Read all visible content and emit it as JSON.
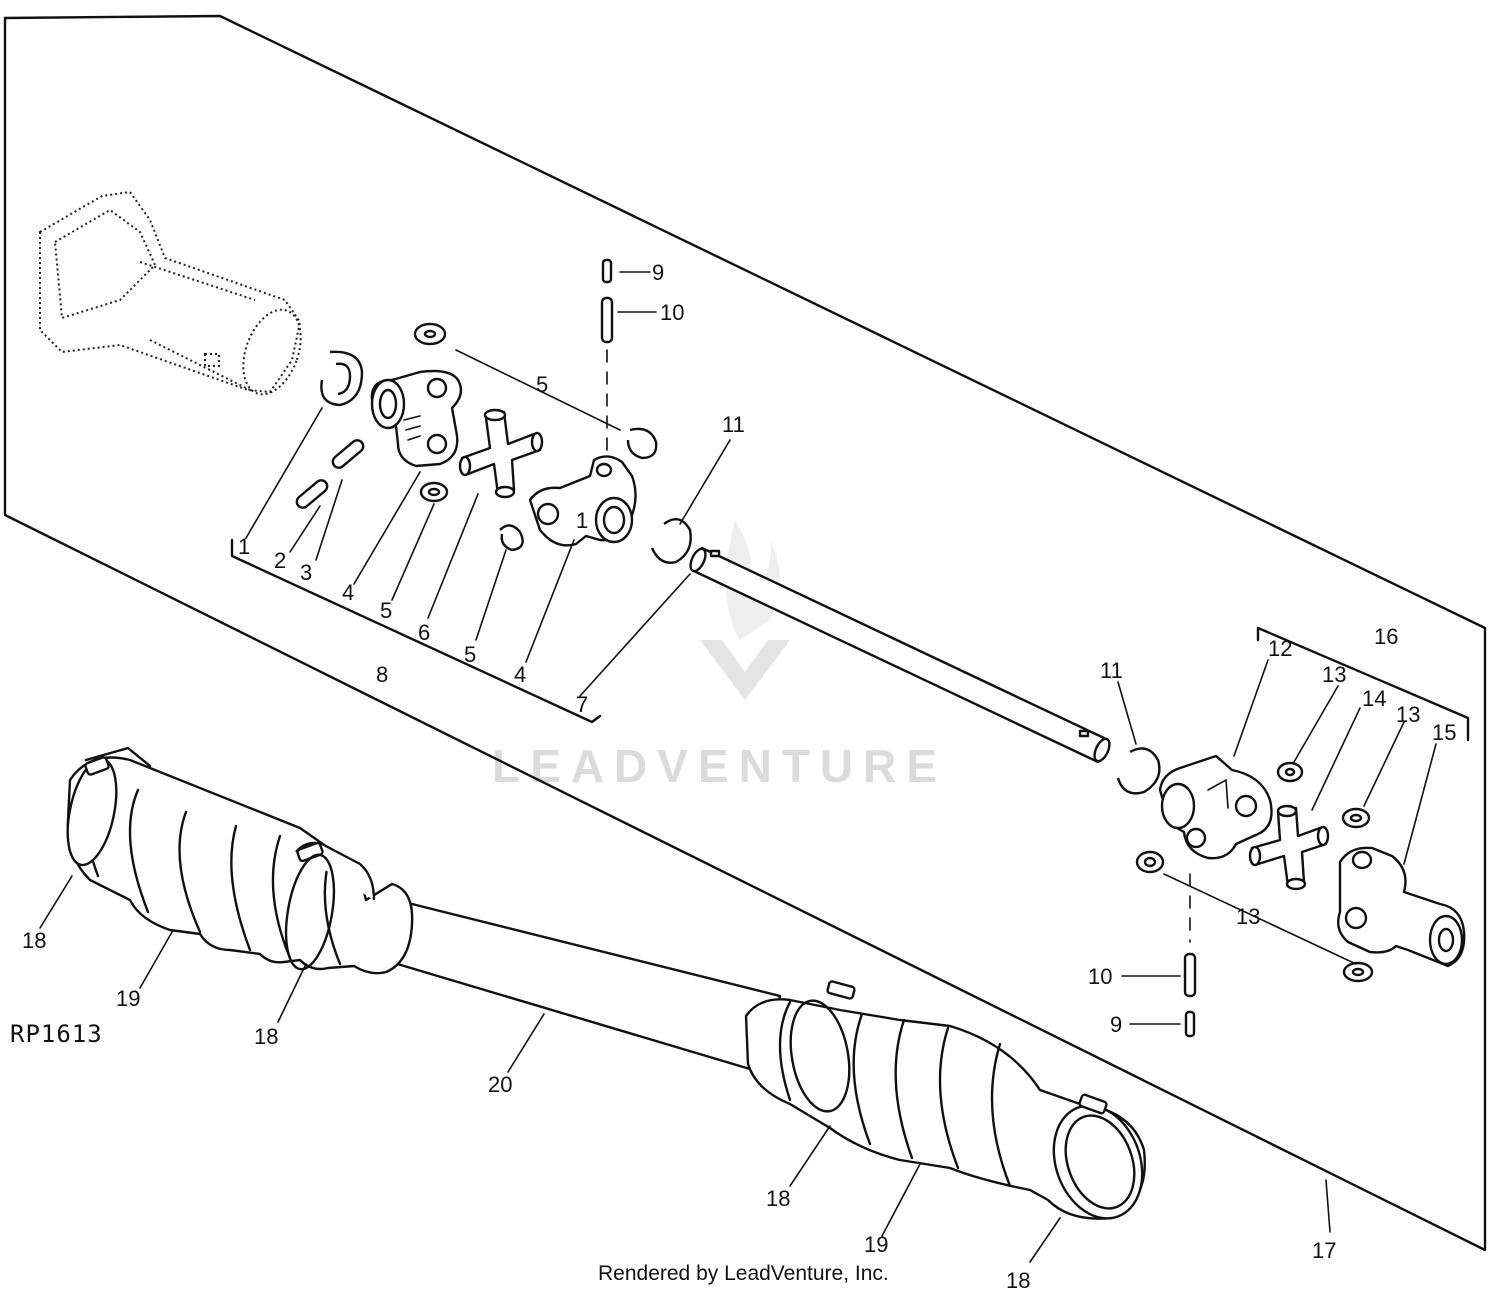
{
  "diagram_code": "RP1613",
  "watermark": "LEADVENTURE",
  "footer": "Rendered by LeadVenture, Inc.",
  "callouts": {
    "c1": "1",
    "c2": "2",
    "c3": "3",
    "c4a": "4",
    "c5a": "5",
    "c5b": "5",
    "c5c": "5",
    "c6": "6",
    "c4b": "4",
    "c1b": "1",
    "c7": "7",
    "c8": "8",
    "c9a": "9",
    "c10a": "10",
    "c11a": "11",
    "c11b": "11",
    "c12": "12",
    "c13a": "13",
    "c14": "14",
    "c13b": "13",
    "c15": "15",
    "c16": "16",
    "c13c": "13",
    "c10b": "10",
    "c9b": "9",
    "c17": "17",
    "c18a": "18",
    "c19a": "19",
    "c18b": "18",
    "c20": "20",
    "c18c": "18",
    "c19b": "19",
    "c18d": "18"
  }
}
